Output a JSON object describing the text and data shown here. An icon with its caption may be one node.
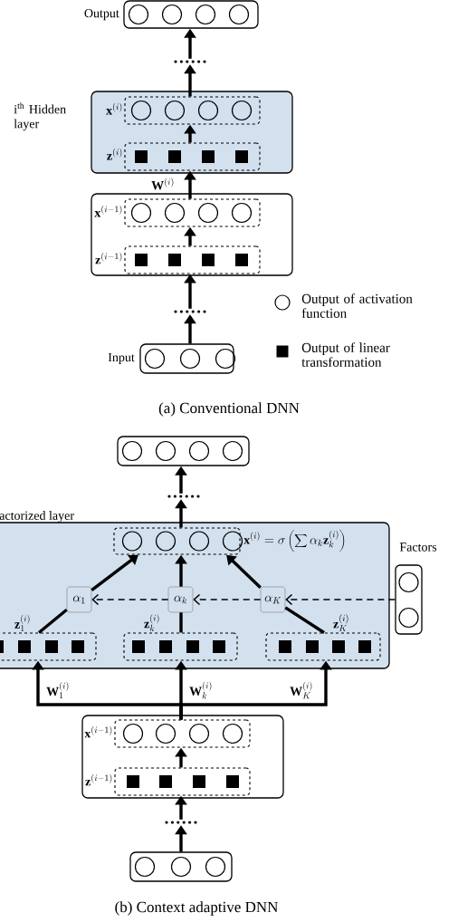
{
  "diagram": {
    "nodes": [
      {
        "text": [
          "Output"
        ]
      },
      {
        "text": [],
        "shape": "dots"
      },
      {
        "text": [
          "i$^{th}$ Hidden layer"
        ]
      },
      {
        "text": [
          "\\mathbf{x}^{(i)}"
        ],
        "in": 2
      },
      {
        "text": [
          "\\mathbf{z}^{(i)}"
        ],
        "in": 2
      },
      {
        "text": [],
        "shape": "box"
      },
      {
        "text": [
          "\\mathbf{x}^{(i-1)}"
        ],
        "in": 5
      },
      {
        "text": [
          "\\mathbf{z}^{(i-1)}"
        ],
        "in": 5
      },
      {
        "text": [],
        "shape": "dots"
      },
      {
        "text": [
          "Input"
        ]
      },
      {
        "text": [],
        "shape": "box"
      },
      {
        "text": [],
        "shape": "dots"
      },
      {
        "text": [
          "actorized layer"
        ]
      },
      {
        "text": [
          "\\mathbf{x}^{(i)} = \\sigma\\left(\\sum \\alpha_k \\mathbf{z}_k^{(i)}\\right)"
        ],
        "in": 12
      },
      {
        "text": [
          "\\alpha_1"
        ],
        "in": 12
      },
      {
        "text": [
          "\\alpha_k"
        ],
        "in": 12
      },
      {
        "text": [
          "\\alpha_K"
        ],
        "in": 12
      },
      {
        "text": [
          "\\mathbf{z}_1^{(i)}"
        ],
        "in": 12
      },
      {
        "text": [
          "\\mathbf{z}_k^{(i)}"
        ],
        "in": 12
      },
      {
        "text": [
          "\\mathbf{z}_K^{(i)}"
        ],
        "in": 12
      },
      {
        "text": [
          "Factors"
        ]
      },
      {
        "text": [],
        "shape": "box"
      },
      {
        "text": [
          "\\mathbf{x}^{(i-1)}"
        ],
        "in": 21
      },
      {
        "text": [
          "\\mathbf{z}^{(i-1)}"
        ],
        "in": 21
      },
      {
        "text": [],
        "shape": "dots"
      },
      {
        "text": [],
        "shape": "box"
      }
    ],
    "edges": [
      {
        "from": 9,
        "to": 8,
        "arrow": "to"
      },
      {
        "from": 8,
        "to": 7,
        "arrow": "to"
      },
      {
        "from": 7,
        "to": 6,
        "arrow": "to"
      },
      {
        "from": 6,
        "to": 4,
        "arrow": "to",
        "label": "\\mathbf{W}^{(i)}"
      },
      {
        "from": 4,
        "to": 3,
        "arrow": "to"
      },
      {
        "from": 3,
        "to": 1,
        "arrow": "to"
      },
      {
        "from": 1,
        "to": 0,
        "arrow": "to"
      },
      {
        "from": 25,
        "to": 24,
        "arrow": "to"
      },
      {
        "from": 24,
        "to": 23,
        "arrow": "to"
      },
      {
        "from": 23,
        "to": 22,
        "arrow": "to"
      },
      {
        "from": 22,
        "to": 17,
        "arrow": "to",
        "label": "\\mathbf{W}_1^{(i)}"
      },
      {
        "from": 22,
        "to": 18,
        "arrow": "to",
        "label": "\\mathbf{W}_k^{(i)}"
      },
      {
        "from": 22,
        "to": 19,
        "arrow": "to",
        "label": "\\mathbf{W}_K^{(i)}"
      },
      {
        "from": 17,
        "to": 14,
        "arrow": "none"
      },
      {
        "from": 18,
        "to": 15,
        "arrow": "none"
      },
      {
        "from": 19,
        "to": 16,
        "arrow": "none"
      },
      {
        "from": 14,
        "to": 13,
        "arrow": "to"
      },
      {
        "from": 15,
        "to": 13,
        "arrow": "to"
      },
      {
        "from": 16,
        "to": 13,
        "arrow": "to"
      },
      {
        "from": 20,
        "to": 16,
        "arrow": "to",
        "style": "dashed"
      },
      {
        "from": 16,
        "to": 15,
        "arrow": "to",
        "style": "dashed"
      },
      {
        "from": 15,
        "to": 14,
        "arrow": "to",
        "style": "dashed"
      },
      {
        "from": 13,
        "to": 11,
        "arrow": "to"
      },
      {
        "from": 11,
        "to": 10,
        "arrow": "to"
      }
    ],
    "labels": [
      "(a) Conventional DNN",
      "(b) Context adaptive DNN"
    ],
    "legend": [
      {
        "text": "Output of activation function"
      },
      {
        "text": "Output of linear transformation"
      }
    ]
  }
}
